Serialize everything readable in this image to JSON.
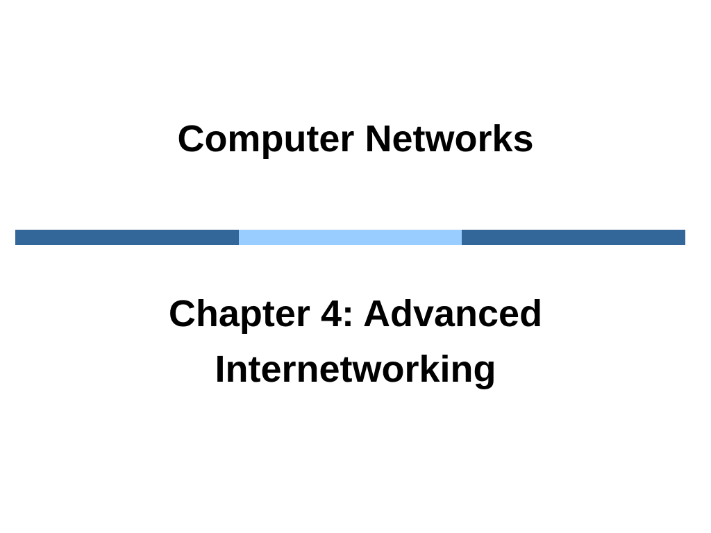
{
  "slide": {
    "title": "Computer Networks",
    "subtitle_lines": [
      "Chapter 4: Advanced",
      "Internetworking"
    ]
  },
  "colors": {
    "divider_dark": "#336699",
    "divider_light": "#99CCFF",
    "text": "#000000",
    "background": "#FFFFFF"
  }
}
